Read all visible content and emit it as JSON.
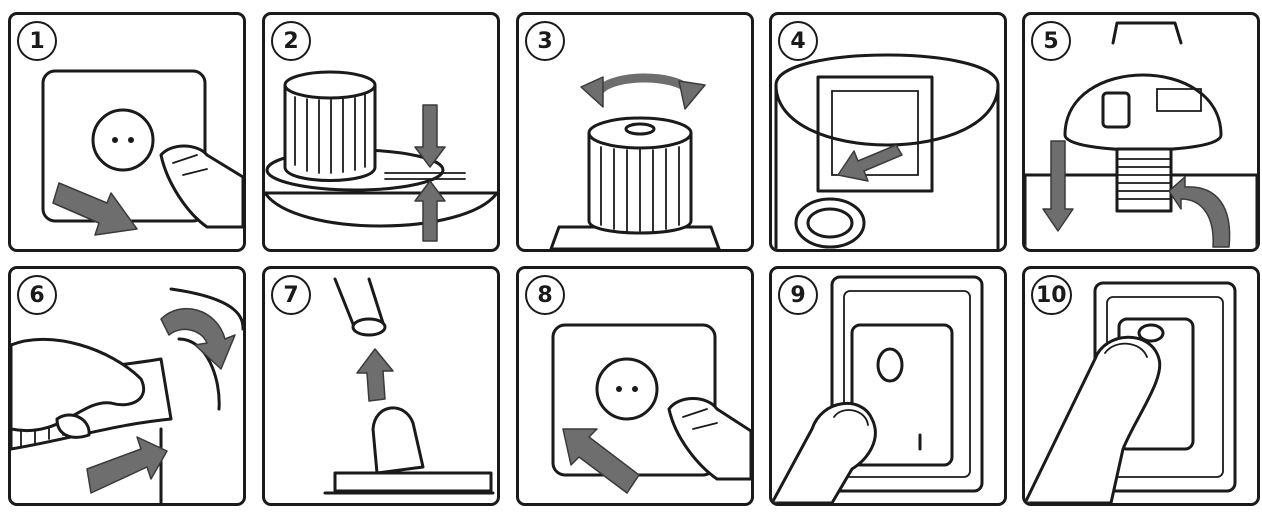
{
  "steps": [
    {
      "number": "1",
      "icon": "unplug-from-socket-icon"
    },
    {
      "number": "2",
      "icon": "filter-gap-icon"
    },
    {
      "number": "3",
      "icon": "twist-filter-icon"
    },
    {
      "number": "4",
      "icon": "inner-chamber-icon"
    },
    {
      "number": "5",
      "icon": "attach-motor-head-icon"
    },
    {
      "number": "6",
      "icon": "attach-hose-icon"
    },
    {
      "number": "7",
      "icon": "attach-nozzle-icon"
    },
    {
      "number": "8",
      "icon": "plug-into-socket-icon"
    },
    {
      "number": "9",
      "icon": "switch-on-icon"
    },
    {
      "number": "10",
      "icon": "press-switch-icon"
    }
  ],
  "colors": {
    "line": "#1a1a1a",
    "arrow": "#6e6e6e",
    "background": "#ffffff"
  }
}
